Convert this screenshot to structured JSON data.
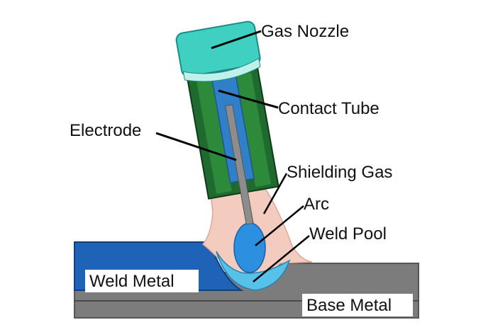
{
  "labels": {
    "gas_nozzle": "Gas Nozzle",
    "contact_tube": "Contact Tube",
    "electrode": "Electrode",
    "shielding_gas": "Shielding Gas",
    "arc": "Arc",
    "weld_pool": "Weld Pool",
    "weld_metal": "Weld Metal",
    "base_metal": "Base Metal"
  },
  "colors": {
    "nozzle_top": "#3fd0c2",
    "nozzle_body": "#1f6b2f",
    "nozzle_inner": "#2d8a3a",
    "contact_tube": "#2f80c8",
    "electrode": "#8d8d8d",
    "shielding_gas": "#f4cbbf",
    "arc": "#2c8fe0",
    "weld_pool": "#56c2ea",
    "weld_metal": "#1e63b8",
    "base_metal": "#7c7c7c",
    "leader": "#000000"
  }
}
